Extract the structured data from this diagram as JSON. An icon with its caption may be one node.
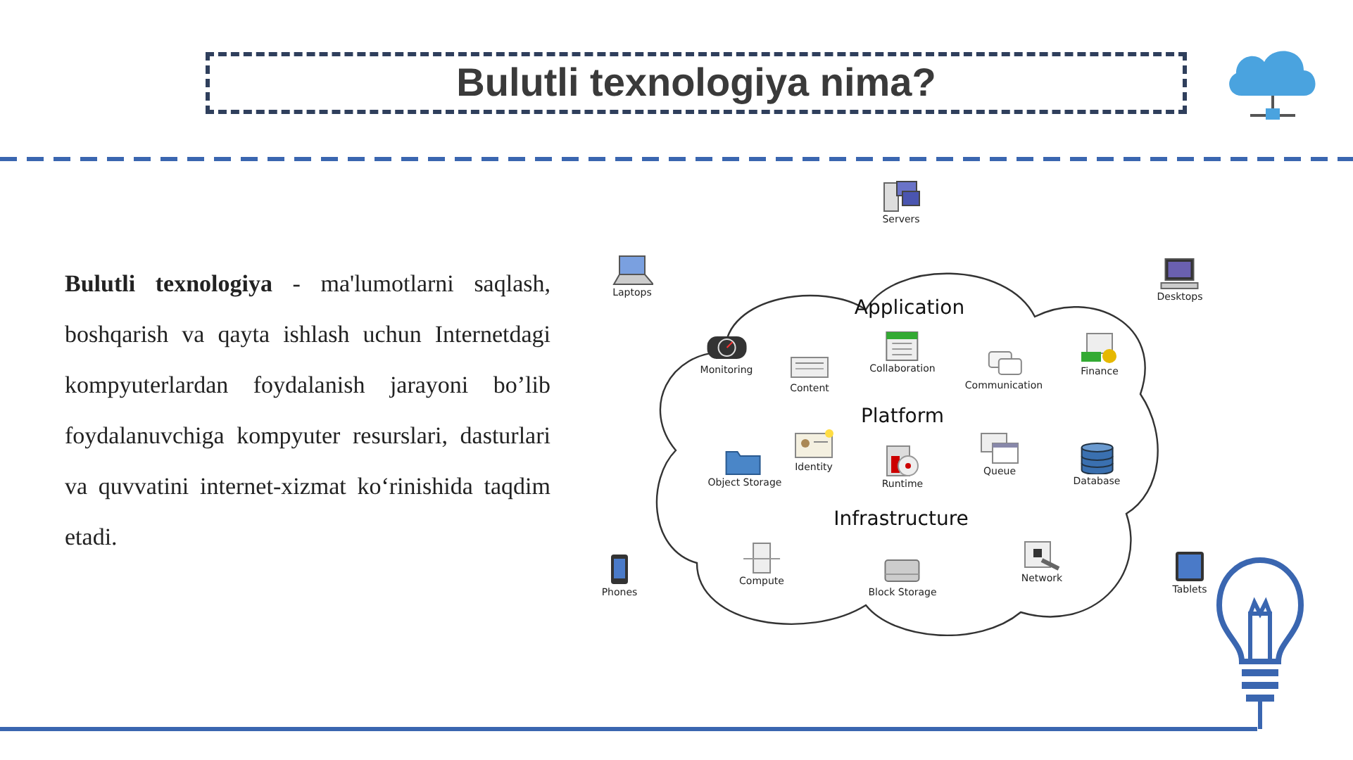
{
  "diagram": {
    "title": "Bulutli texnologiya nima?",
    "nodes": [
      {
        "text": [
          "Servers"
        ]
      },
      {
        "text": [
          "Laptops"
        ]
      },
      {
        "text": [
          "Desktops"
        ]
      },
      {
        "text": [
          "Application",
          "Platform",
          "Infrastructure"
        ]
      },
      {
        "text": [
          "Monitoring"
        ],
        "in": 3
      },
      {
        "text": [
          "Content"
        ],
        "in": 3
      },
      {
        "text": [
          "Collaboration"
        ],
        "in": 3
      },
      {
        "text": [
          "Communication"
        ],
        "in": 3
      },
      {
        "text": [
          "Finance"
        ],
        "in": 3
      },
      {
        "text": [
          "Object Storage"
        ],
        "in": 3
      },
      {
        "text": [
          "Identity"
        ],
        "in": 3
      },
      {
        "text": [
          "Runtime"
        ],
        "in": 3
      },
      {
        "text": [
          "Queue"
        ],
        "in": 3
      },
      {
        "text": [
          "Database"
        ],
        "in": 3
      },
      {
        "text": [
          "Compute"
        ],
        "in": 3
      },
      {
        "text": [
          "Block Storage"
        ],
        "in": 3
      },
      {
        "text": [
          "Network"
        ],
        "in": 3
      },
      {
        "text": [
          "Phones"
        ]
      },
      {
        "text": [
          "Tablets"
        ]
      }
    ],
    "edges": [],
    "labels": [
      "**Bulutli texnologiya** - ma'lumotlarni saqlash, boshqarish va qayta ishlash uchun Internetdagi kompyuterlardan foydalanish jarayoni bo’lib foydalanuvchiga kompyuter resurslari, dasturlari va quvvatini internet-xizmat ko‘rinishida taqdim etadi."
    ]
  }
}
